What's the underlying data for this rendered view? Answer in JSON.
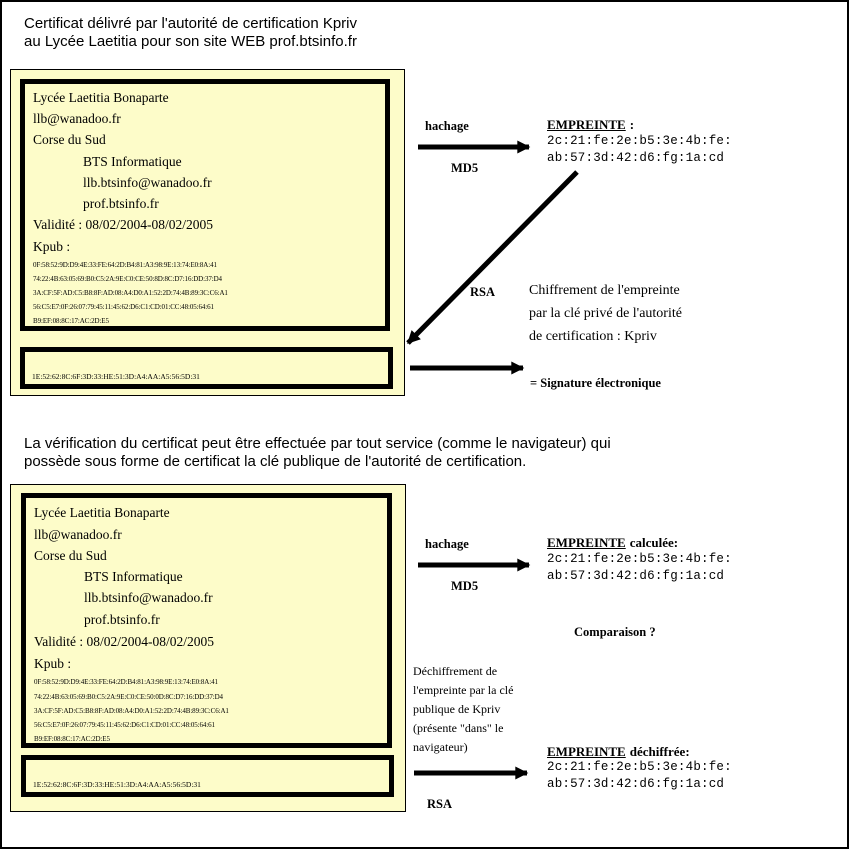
{
  "top": {
    "caption_line1": "Certificat délivré par l'autorité de certification Kpriv",
    "caption_line2": "au Lycée Laetitia pour son site WEB prof.btsinfo.fr",
    "cert": {
      "line1": "Lycée Laetitia Bonaparte",
      "line2": "llb@wanadoo.fr",
      "line3": "Corse du Sud",
      "line4": "BTS Informatique",
      "line5": "llb.btsinfo@wanadoo.fr",
      "line6": "prof.btsinfo.fr",
      "validity": "Validité : 08/02/2004-08/02/2005",
      "kpub_label": "Kpub :",
      "kpub_lines": [
        "0F:58:52:9D:D9:4E:33:FE:64:2D:B4:81:A3:98:9E:13:74:E0:8A:41",
        "74:22:4B:63:05:69:B0:C5:2A:9E:C0:CE:50:8D:8C:D7:16:DD:37:D4",
        "3A:CF:5F:AD:C5:B8:8F:AD:08:A4:D0:A1:52:2D:74:4B:89:3C:C6:A1",
        "56:C5:E7:0F:26:07:79:45:11:45:62:D6:C1:CD:01:CC:48:05:64:61",
        "B9:EF:08:8C:17:AC:2D:E5"
      ],
      "signature": "1E:52:62:8C:6F:3D:33:HE:51:3D:A4:AA:A5:56:5D:31"
    },
    "hash_label": "hachage",
    "md5_label": "MD5",
    "empreinte_title": "EMPREINTE",
    "empreinte_suffix": ":",
    "hash_line1": "2c:21:fe:2e:b5:3e:4b:fe:",
    "hash_line2": "ab:57:3d:42:d6:fg:1a:cd",
    "rsa_label": "RSA",
    "encrypt_note_line1": "Chiffrement de l'empreinte",
    "encrypt_note_line2": "par la clé privé de l'autorité",
    "encrypt_note_line3": "de certification : Kpriv",
    "signature_label": "= Signature électronique"
  },
  "middle": {
    "caption_line1": "La vérification du certificat peut être effectuée par tout service (comme le navigateur) qui",
    "caption_line2": "possède sous forme de certificat la clé publique de l'autorité de certification."
  },
  "bottom": {
    "cert": {
      "line1": "Lycée Laetitia Bonaparte",
      "line2": "llb@wanadoo.fr",
      "line3": "Corse du Sud",
      "line4": "BTS Informatique",
      "line5": "llb.btsinfo@wanadoo.fr",
      "line6": "prof.btsinfo.fr",
      "validity": "Validité : 08/02/2004-08/02/2005",
      "kpub_label": "Kpub :",
      "kpub_lines": [
        "0F:58:52:9D:D9:4E:33:FE:64:2D:B4:81:A3:98:9E:13:74:E0:8A:41",
        "74:22:4B:63:05:69:B0:C5:2A:9E:C0:CE:50:0D:8C:D7:16:DD:37:D4",
        "3A:CF:5F:AD:C5:B8:8F:AD:08:A4:D0:A1:52:2D:74:4B:89:3C:C6:A1",
        "56:C5:E7:0F:26:07:79:45:11:45:62:D6:C1:CD:01:CC:48:05:64:61",
        "B9:EF:08:8C:17:AC:2D:E5"
      ],
      "signature": "1E:52:62:8C:6F:3D:33:HE:51:3D:A4:AA:A5:56:5D:31"
    },
    "hash_label": "hachage",
    "md5_label": "MD5",
    "empreinte_calc_title": "EMPREINTE",
    "empreinte_calc_suffix": "calculée:",
    "hash_line1": "2c:21:fe:2e:b5:3e:4b:fe:",
    "hash_line2": "ab:57:3d:42:d6:fg:1a:cd",
    "comparison_label": "Comparaison ?",
    "decrypt_note_line1": "Déchiffrement de",
    "decrypt_note_line2": "l'empreinte par la clé",
    "decrypt_note_line3": "publique de Kpriv",
    "decrypt_note_line4": "(présente \"dans\" le",
    "decrypt_note_line5": "navigateur)",
    "empreinte_dec_title": "EMPREINTE",
    "empreinte_dec_suffix": "déchiffrée:",
    "dec_hash_line1": "2c:21:fe:2e:b5:3e:4b:fe:",
    "dec_hash_line2": "ab:57:3d:42:d6:fg:1a:cd",
    "rsa_label": "RSA"
  }
}
